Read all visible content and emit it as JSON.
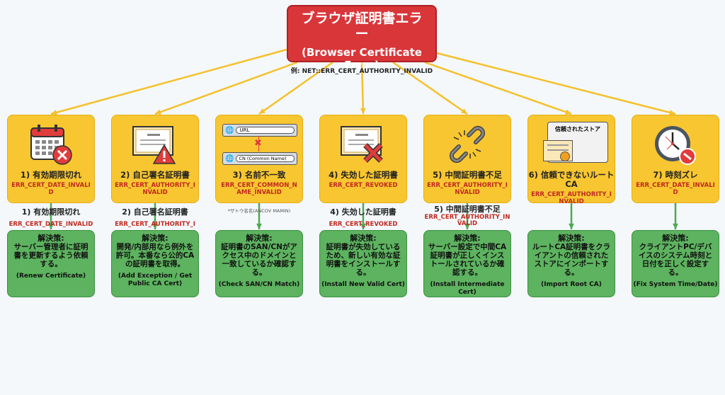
{
  "root": {
    "title_jp": "ブラウザ証明書エラー",
    "title_en": "(Browser Certificate Error)",
    "example": "例: NET::ERR_CERT_AUTHORITY_INVALID"
  },
  "colors": {
    "root": "#d9363a",
    "cause": "#f8c630",
    "solution": "#5db35f",
    "error_code": "#c0281e",
    "fan_arrow": "#f5c02a",
    "down_arrow": "#4ea852"
  },
  "causes": [
    {
      "icon": "calendar-x-icon",
      "title": "1) 有効期限切れ",
      "code": "ERR_CERT_DATE_INVALID",
      "dup_title": "1) 有効期限切れ",
      "dup_code": "ERR_CERT_DATE_INVALID",
      "solution_head": "解決策:",
      "solution_body": "サーバー管理者に証明書を更新するよう依頼する。",
      "solution_en": "(Renew Certificate)"
    },
    {
      "icon": "certificate-warning-icon",
      "title": "2) 自己署名証明書",
      "code": "ERR_CERT_AUTHORITY_INVALID",
      "dup_title": "2) 自己署名証明書",
      "dup_code": "ERR_CERT_AUTHORITY_I",
      "solution_head": "解決策:",
      "solution_body": "開発/内部用なら例外を許可。本番なら公的CAの証明書を取得。",
      "solution_en": "(Add Exception / Get Public CA Cert)"
    },
    {
      "icon": "name-mismatch-icon",
      "title": "3) 名前不一致",
      "code": "ERR_CERT_COMMON_NAME_INVALID",
      "icon_url_label": "URL",
      "icon_cn_label": "CN (Common Name)",
      "garbled": "*ザトウ名名(ANCOV MAMIN)",
      "solution_head": "解決策:",
      "solution_body": "証明書のSAN/CNがアクセス中のドメインと一致しているか確認する。",
      "solution_en": "(Check SAN/CN Match)"
    },
    {
      "icon": "certificate-revoked-icon",
      "title": "4) 失効した証明書",
      "code": "ERR_CERT_REVOKED",
      "dup_title": "4) 失効した証明書",
      "dup_code": "ERR_CERT_REVOKED",
      "solution_head": "解決策:",
      "solution_body": "証明書が失効しているため、新しい有効な証明書をインストールする。",
      "solution_en": "(Install New Valid Cert)"
    },
    {
      "icon": "broken-chain-icon",
      "title": "5) 中間証明書不足",
      "code": "ERR_CERT_AUTHORITY_INVALID",
      "dup_title": "5) 中間証明書不足",
      "dup_code": "ERR_CERT_AUTHORITY_INVALID",
      "solution_head": "解決策:",
      "solution_body": "サーバー設定で中間CA証明書が正しくインストールされているか確認する。",
      "solution_en": "(Install Intermediate Cert)"
    },
    {
      "icon": "trusted-store-icon",
      "title": "6) 信頼できないルートCA",
      "code": "ERR_CERT_AUTHORITY_INVALID",
      "icon_store_label": "信頼されたストア",
      "solution_head": "解決策:",
      "solution_body": "ルートCA証明書をクライアントの信頼されたストアにインポートする。",
      "solution_en": "(Import Root CA)"
    },
    {
      "icon": "clock-error-icon",
      "title": "7) 時刻ズレ",
      "code": "ERR_CERT_DATE_INVALID",
      "solution_head": "解決策:",
      "solution_body": "クライアントPC/デバイスのシステム時刻と日付を正しく設定する。",
      "solution_en": "(Fix System Time/Date)"
    }
  ]
}
